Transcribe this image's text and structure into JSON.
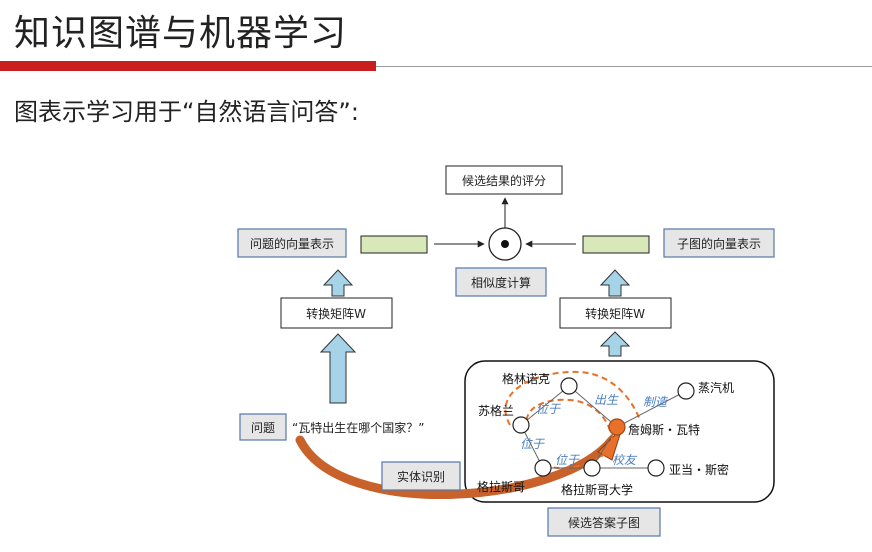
{
  "slide": {
    "title": "知识图谱与机器学习",
    "subtitle": "图表示学习用于“自然语言问答”:"
  },
  "diagram": {
    "result_box": "候选结果的评分",
    "question_vec_label": "问题的向量表示",
    "subgraph_vec_label": "子图的向量表示",
    "similarity_label": "相似度计算",
    "transform_left": "转换矩阵W",
    "transform_right": "转换矩阵W",
    "question_label": "问题",
    "question_text": "“瓦特出生在哪个国家？”",
    "entity_recognition": "实体识别",
    "candidate_subgraph": "候选答案子图",
    "nodes": {
      "gelinnuoke": "格林诺克",
      "sugelan": "苏格兰",
      "zhengqiji": "蒸汽机",
      "zhanmusi_wate": "詹姆斯・瓦特",
      "gelasige": "格拉斯哥",
      "gelasige_daxue": "格拉斯哥大学",
      "yadang_simi": "亚当・斯密"
    },
    "edges": {
      "weiyu_1": "位于",
      "chusheng": "出生",
      "zhizao": "制造",
      "weiyu_2": "位于",
      "weiyu_3": "位于",
      "xiaoyou": "校友"
    },
    "colors": {
      "accent_red": "#c81e1e",
      "highlight_node": "#e8702a",
      "vector_fill": "#d8e8b8",
      "arrow_fill": "#a6d3e8"
    }
  }
}
